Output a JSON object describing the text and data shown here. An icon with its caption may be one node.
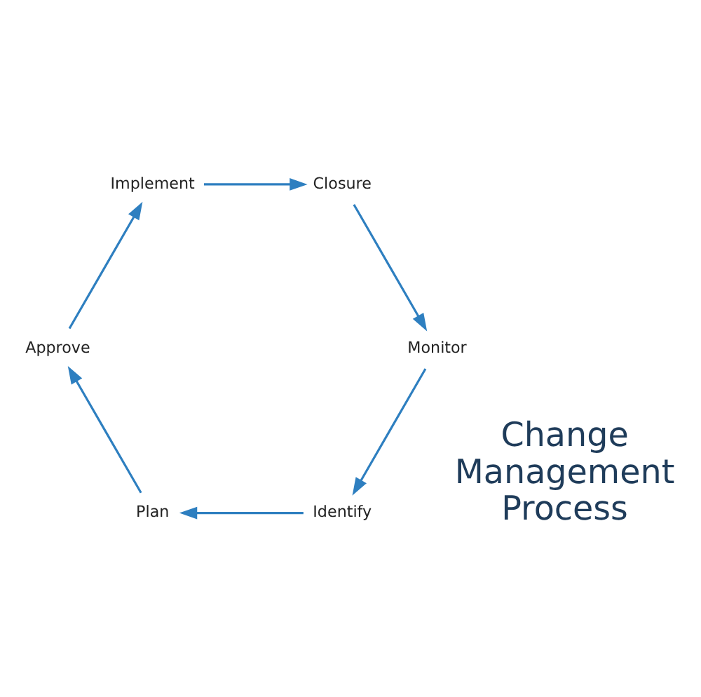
{
  "diagram": {
    "nodes": [
      {
        "text": [
          "Identify"
        ]
      },
      {
        "text": [
          "Plan"
        ]
      },
      {
        "text": [
          "Approve"
        ]
      },
      {
        "text": [
          "Implement"
        ]
      },
      {
        "text": [
          "Closure"
        ]
      },
      {
        "text": [
          "Monitor"
        ]
      }
    ],
    "edges": [
      {
        "from": 5,
        "to": 0,
        "arrow": "to"
      },
      {
        "from": 0,
        "to": 1,
        "arrow": "to"
      },
      {
        "from": 1,
        "to": 2,
        "arrow": "to"
      },
      {
        "from": 2,
        "to": 3,
        "arrow": "to"
      },
      {
        "from": 3,
        "to": 4,
        "arrow": "to"
      },
      {
        "from": 4,
        "to": 5,
        "arrow": "to"
      }
    ],
    "labels": [
      "Change Management Process"
    ]
  }
}
